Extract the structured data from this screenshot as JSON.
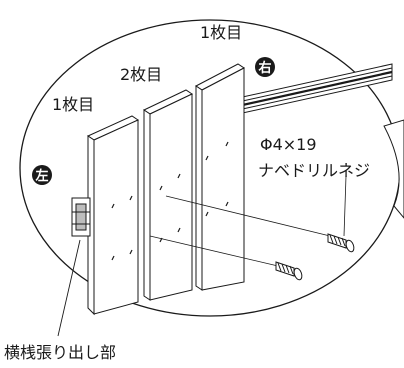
{
  "labels": {
    "plank_left": "1枚目",
    "plank_middle": "2枚目",
    "plank_right": "1枚目",
    "side_left": "左",
    "side_right": "右",
    "screw_size": "Φ4×19",
    "screw_name": "ナベドリルネジ",
    "rail_part": "横桟張り出し部"
  },
  "colors": {
    "line": "#1a1a1a",
    "background": "#ffffff",
    "rail_fill": "#bdbdbd"
  }
}
